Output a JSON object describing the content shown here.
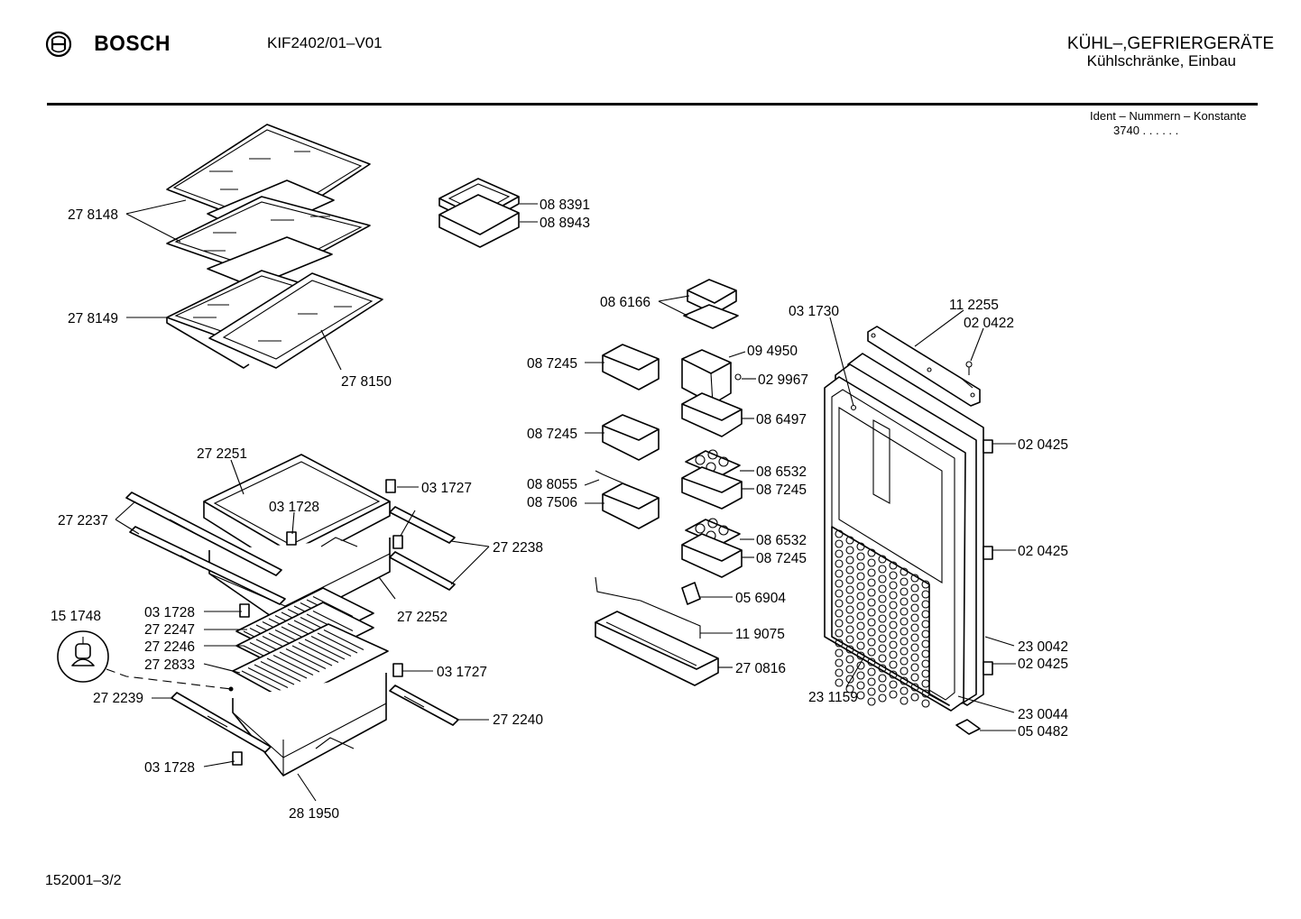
{
  "header": {
    "brand": "BOSCH",
    "model": "KIF2402/01–V01",
    "category_line1": "KÜHL–,GEFRIERGERÄTE",
    "category_line2": "Kühlschränke, Einbau",
    "ident_title": "Ident – Nummern – Konstante",
    "ident_value": "3740  .  .    .  .  .  ."
  },
  "footer": {
    "doc_number": "152001–3/2"
  },
  "parts": {
    "p278148": "27 8148",
    "p278149": "27 8149",
    "p278150": "27 8150",
    "p088391": "08 8391",
    "p088943": "08 8943",
    "p086166": "08 6166",
    "p087245a": "08 7245",
    "p087245b": "08 7245",
    "p088055": "08 8055",
    "p087506": "08 7506",
    "p094950": "09 4950",
    "p029967": "02 9967",
    "p086497": "08 6497",
    "p086532a": "08 6532",
    "p087245c": "08 7245",
    "p086532b": "08 6532",
    "p087245d": "08 7245",
    "p056904": "05 6904",
    "p119075": "11 9075",
    "p270816": "27 0816",
    "p031730": "03 1730",
    "p112255": "11 2255",
    "p020422": "02 0422",
    "p020425a": "02 0425",
    "p020425b": "02 0425",
    "p230042": "23 0042",
    "p020425c": "02 0425",
    "p231159": "23 1159",
    "p230044": "23 0044",
    "p050482": "05 0482",
    "p272251": "27 2251",
    "p031727a": "03 1727",
    "p031728a": "03 1728",
    "p272237": "27 2237",
    "p272238": "27 2238",
    "p272252": "27 2252",
    "p031728b": "03 1728",
    "p151748": "15 1748",
    "p272247": "27 2247",
    "p272246": "27 2246",
    "p272833": "27 2833",
    "p031727b": "03 1727",
    "p272239": "27 2239",
    "p272240": "27 2240",
    "p031728c": "03 1728",
    "p281950": "28 1950"
  }
}
